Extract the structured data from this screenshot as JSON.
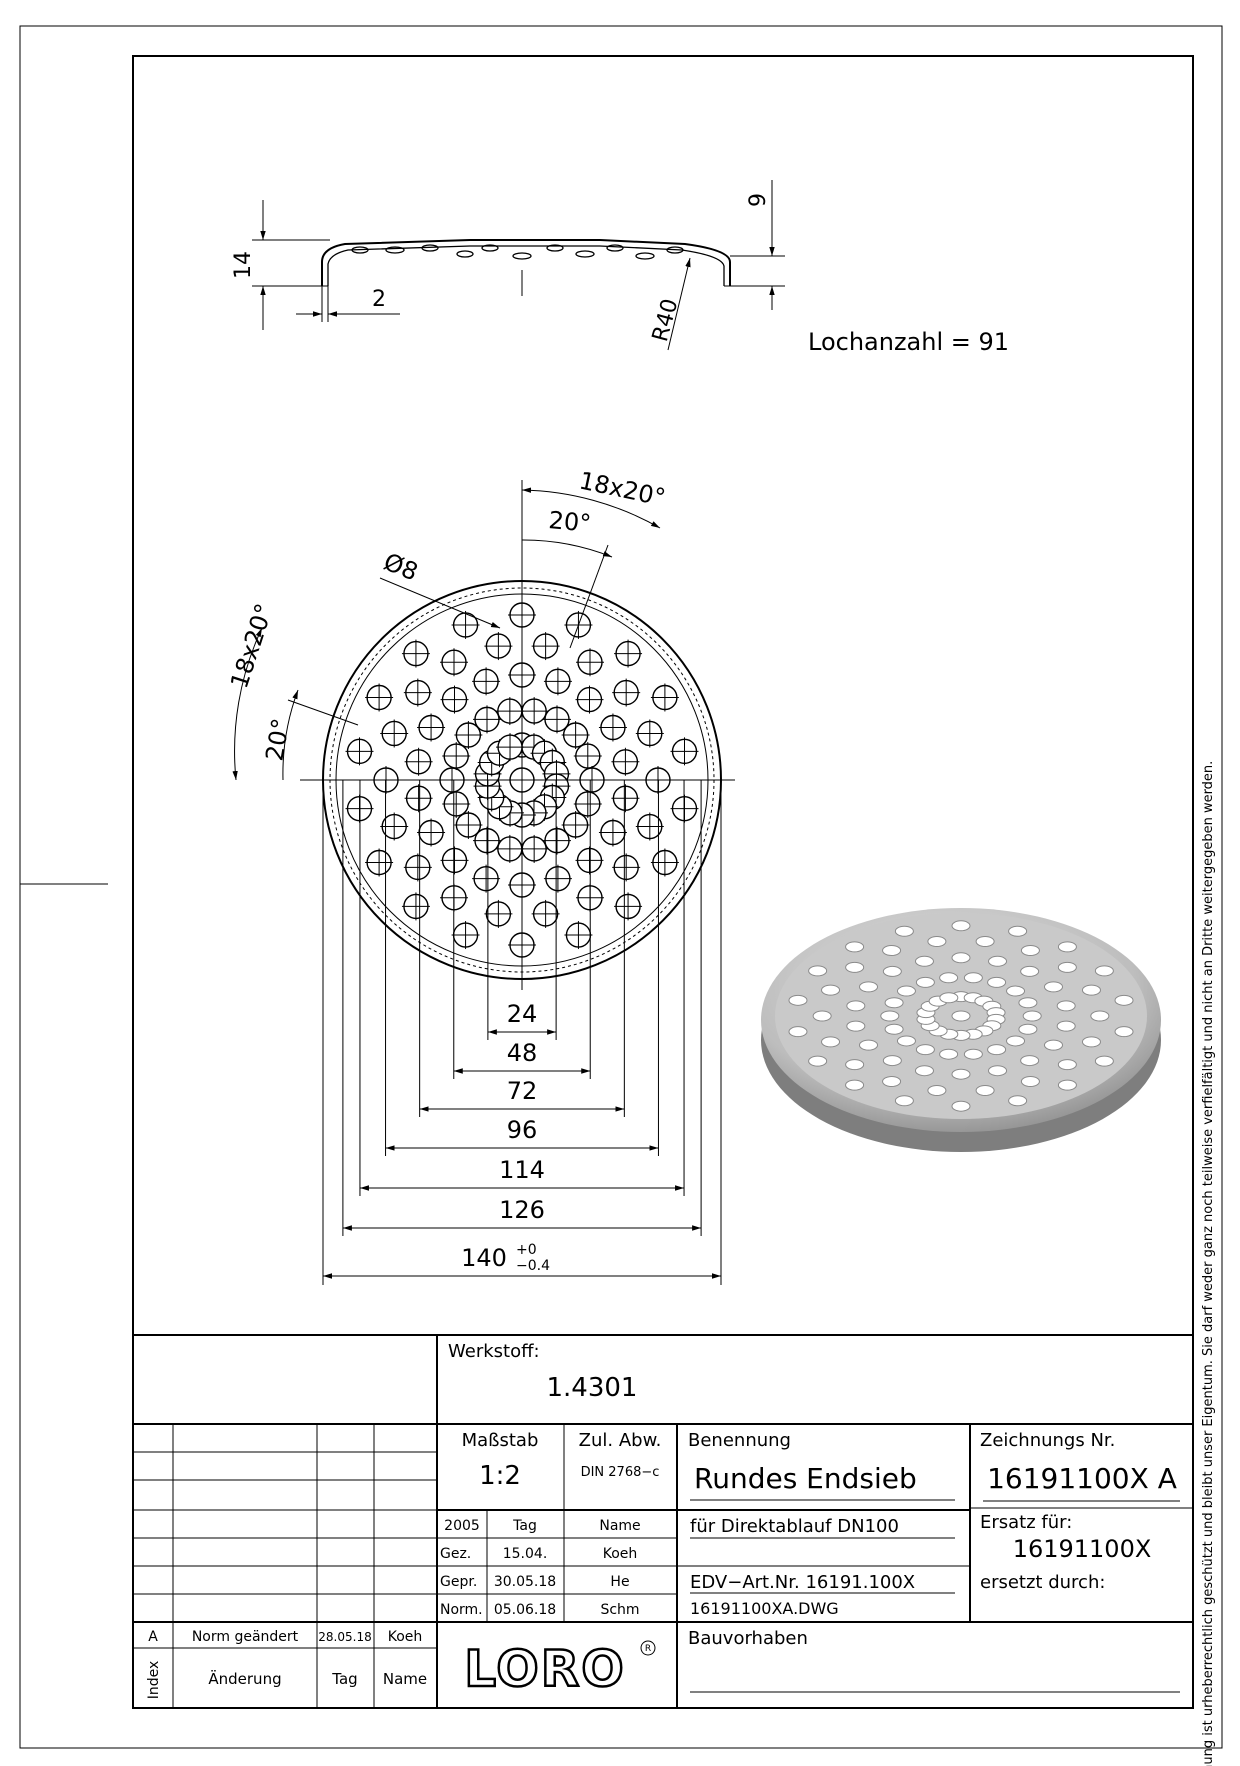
{
  "views": {
    "side": {
      "dim_thickness": "14",
      "dim_height": "9",
      "dim_wall": "2",
      "dim_radius": "R40"
    },
    "hole_count": "Lochanzahl  =  91",
    "top": {
      "hole_dia": "Ø8",
      "angle_total_top": "18x20°",
      "angle_step_top": "20°",
      "angle_total_left": "18x20°",
      "angle_step_left": "20°",
      "dims": [
        "24",
        "48",
        "72",
        "96",
        "114",
        "126"
      ],
      "dim_outer_main": "140",
      "dim_outer_tol_upper": "+0",
      "dim_outer_tol_lower": "−0.4"
    }
  },
  "side_note": "Diese Zeichnung ist urheberrechtlich geschützt und bleibt unser Eigentum. Sie darf weder ganz noch teilweise verfielfältigt und nicht an Dritte weitergegeben werden.",
  "title_block": {
    "material_label": "Werkstoff:",
    "material": "1.4301",
    "scale_label": "Maßstab",
    "scale": "1:2",
    "tolerance_label": "Zul. Abw.",
    "tolerance": "DIN 2768−c",
    "name_label": "Benennung",
    "name": "Rundes Endsieb",
    "description": "für Direktablauf DN100",
    "article": "EDV−Art.Nr. 16191.100X",
    "file": "16191100XA.DWG",
    "drawing_no_label": "Zeichnungs Nr.",
    "drawing_no": "16191100X  A",
    "replaces_label": "Ersatz für:",
    "replaces": "16191100X",
    "replaced_by_label": "ersetzt durch:",
    "project_label": "Bauvorhaben",
    "year": "2005",
    "day_label": "Tag",
    "name_col_label": "Name",
    "rows": [
      {
        "role": "Gez.",
        "date": "15.04.",
        "name": "Koeh"
      },
      {
        "role": "Gepr.",
        "date": "30.05.18",
        "name": "He"
      },
      {
        "role": "Norm.",
        "date": "05.06.18",
        "name": "Schm"
      }
    ],
    "revision": {
      "index": "A",
      "change": "Norm geändert",
      "date": "28.05.18",
      "name": "Koeh"
    },
    "revision_header": {
      "index": "Index",
      "change": "Änderung",
      "date": "Tag",
      "name": "Name"
    },
    "logo": "LORO"
  }
}
